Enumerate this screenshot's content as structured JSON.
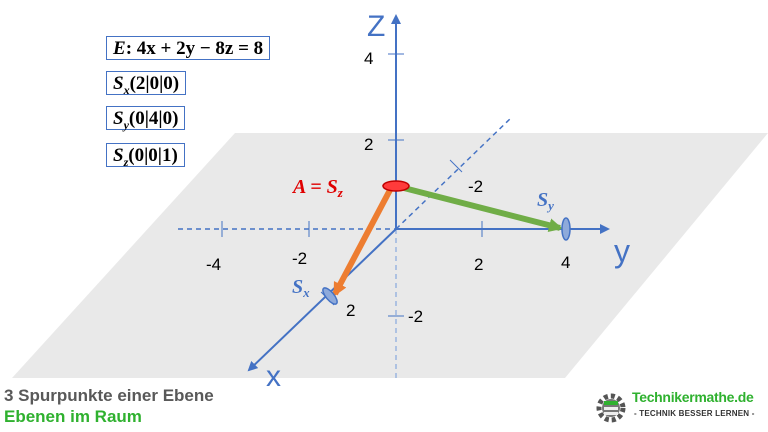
{
  "equations": {
    "plane_prefix": "E",
    "plane_rest": ": 4x + 2y − 8z = 8",
    "sx_coords": "(2|0|0)",
    "sy_coords": "(0|4|0)",
    "sz_coords": "(0|0|1)"
  },
  "trace_points": {
    "s_letter": "S",
    "sx_sub": "x",
    "sy_sub": "y",
    "sz_sub": "z",
    "a_label": "A = ",
    "sx_label": "S",
    "sy_label": "S"
  },
  "axes": {
    "x_name": "x",
    "y_name": "y",
    "z_name": "z",
    "z_ticks": [
      "4",
      "2"
    ],
    "y_ticks": [
      "-4",
      "-2",
      "2",
      "4"
    ],
    "x_ticks": [
      "-2",
      "2"
    ],
    "extra_ticks": [
      "-2"
    ]
  },
  "footer": {
    "line1": "3 Spurpunkte einer Ebene",
    "line2": "Ebenen im Raum"
  },
  "logo": {
    "title": "Technikermathe.de",
    "subtitle": "- TECHNIK BESSER LERNEN -"
  },
  "colors": {
    "axis": "#4472c4",
    "plane": "#e9e9e9",
    "arrow_orange": "#ed7d31",
    "arrow_green": "#70ad47",
    "point_red": "#ff0000",
    "label_red": "#e00000",
    "brand_green": "#2fb12f"
  }
}
